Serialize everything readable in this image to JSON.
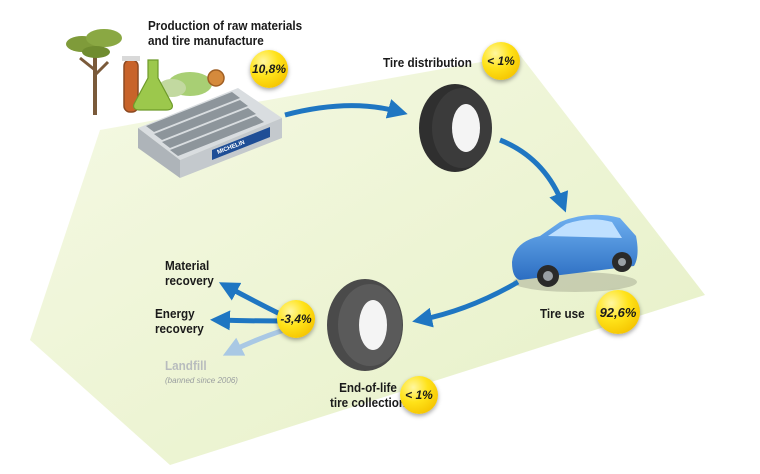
{
  "stages": {
    "production": {
      "label_line1": "Production of raw materials",
      "label_line2": "and tire manufacture",
      "value": "10,8%"
    },
    "distribution": {
      "label": "Tire distribution",
      "value": "< 1%"
    },
    "use": {
      "label": "Tire use",
      "value": "92,6%"
    },
    "collection": {
      "label_line1": "End-of-life",
      "label_line2": "tire collection",
      "value": "< 1%"
    },
    "end_of_life_value": "-3,4%"
  },
  "outcomes": {
    "material_line1": "Material",
    "material_line2": "recovery",
    "energy_line1": "Energy",
    "energy_line2": "recovery",
    "landfill": "Landfill",
    "landfill_note": "(banned since 2006)"
  },
  "factory": {
    "brand": "MICHELIN"
  },
  "colors": {
    "arrow": "#1f76c2",
    "arrow_faded": "#a9c8e4",
    "badge": "#ffe31a",
    "ground": "#eaf3cf",
    "car": "#3f86d8"
  }
}
